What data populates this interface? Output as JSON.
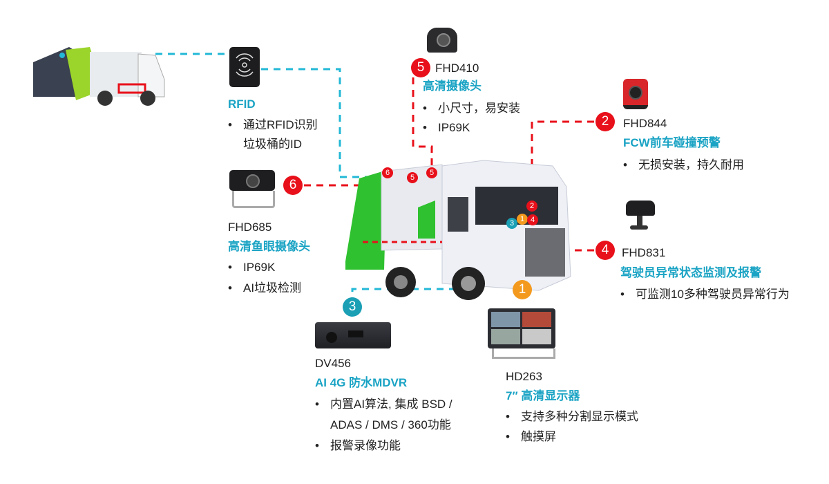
{
  "colors": {
    "accent_teal": "#1aa3c4",
    "badge_red": "#e8101a",
    "badge_teal": "#1a9fb5",
    "badge_orange": "#f39a1e",
    "dash_red": "#e8101a",
    "dash_teal": "#22b8d6"
  },
  "rfid": {
    "title": "RFID",
    "bullets": [
      "通过RFID识别",
      "垃圾桶的ID"
    ]
  },
  "fhd410": {
    "badge": "5",
    "model": "FHD410",
    "title": "高清摄像头",
    "bullets": [
      "小尺寸，易安装",
      "IP69K"
    ]
  },
  "fhd844": {
    "badge": "2",
    "model": "FHD844",
    "title": "FCW前车碰撞预警",
    "bullets": [
      "无损安装，持久耐用"
    ]
  },
  "fhd685": {
    "badge": "6",
    "model": "FHD685",
    "title": "高清鱼眼摄像头",
    "bullets": [
      "IP69K",
      "AI垃圾检测"
    ]
  },
  "fhd831": {
    "badge": "4",
    "model": "FHD831",
    "title": "驾驶员异常状态监测及报警",
    "bullets": [
      "可监测10多种驾驶员异常行为"
    ]
  },
  "dv456": {
    "badge": "3",
    "model": "DV456",
    "title": "AI 4G 防水MDVR",
    "bullets": [
      "内置AI算法, 集成 BSD /",
      "ADAS / DMS / 360功能",
      "报警录像功能"
    ]
  },
  "hd263": {
    "badge": "1",
    "model": "HD263",
    "title": "7″ 高清显示器",
    "bullets": [
      "支持多种分割显示模式",
      "触摸屏"
    ]
  },
  "truck_markers": [
    "6",
    "5",
    "5",
    "2",
    "1",
    "4",
    "3"
  ]
}
